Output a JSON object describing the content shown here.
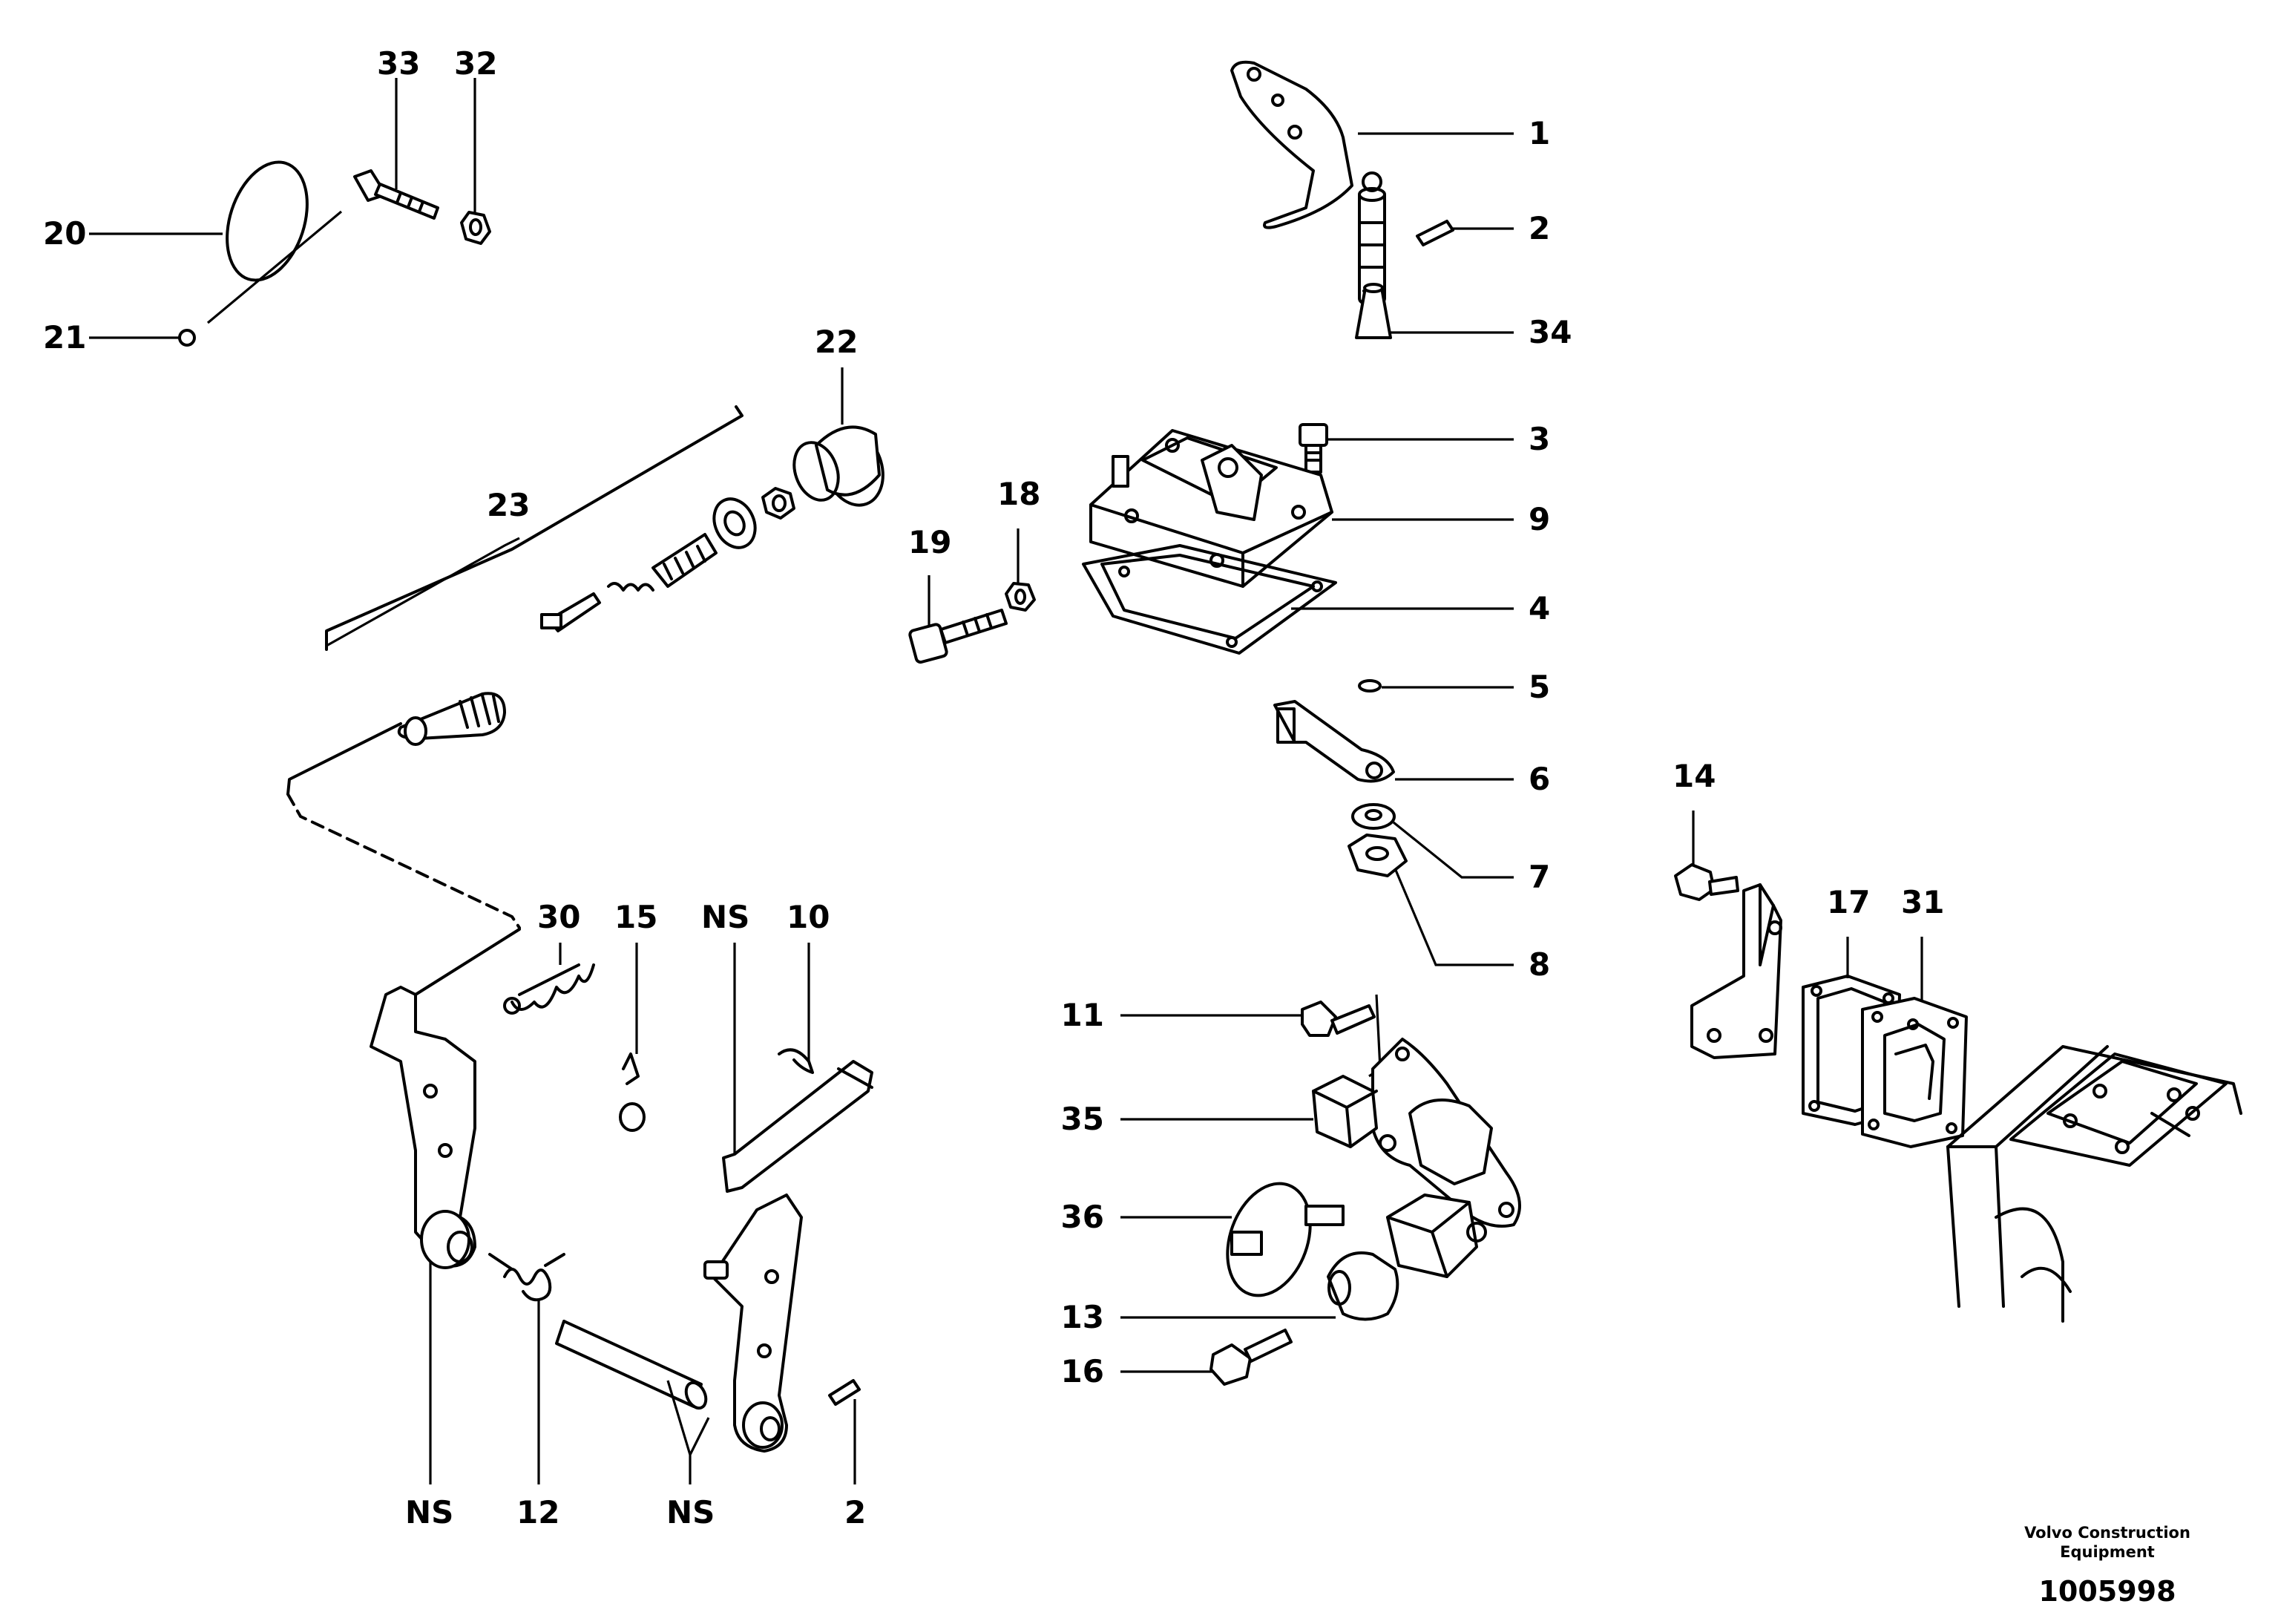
{
  "diagram": {
    "callouts": {
      "c1": "1",
      "c2a": "2",
      "c34": "34",
      "c3": "3",
      "c9": "9",
      "c4": "4",
      "c5": "5",
      "c6": "6",
      "c7": "7",
      "c8": "8",
      "c33": "33",
      "c32": "32",
      "c20": "20",
      "c21": "21",
      "c22": "22",
      "c23": "23",
      "c18": "18",
      "c19": "19",
      "c14": "14",
      "c17": "17",
      "c31": "31",
      "c30": "30",
      "c15": "15",
      "cNS1": "NS",
      "c10": "10",
      "c11": "11",
      "c35": "35",
      "c36": "36",
      "c13": "13",
      "c16": "16",
      "cNS2": "NS",
      "c12": "12",
      "cNS3": "NS",
      "c2b": "2"
    }
  },
  "footer": {
    "manufacturer": "Volvo Construction\nEquipment",
    "manufacturer_line1": "Volvo Construction",
    "manufacturer_line2": "Equipment",
    "document_number": "1005998"
  }
}
